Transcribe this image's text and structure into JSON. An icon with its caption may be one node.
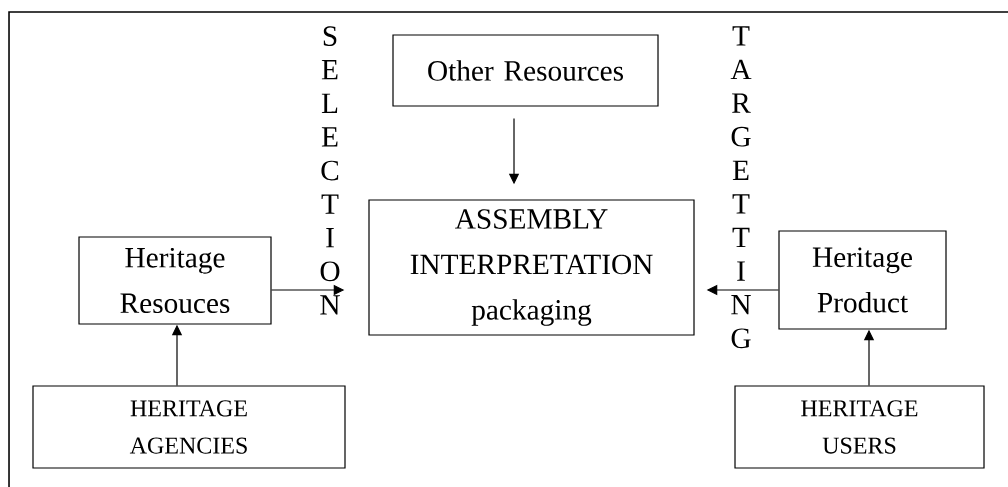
{
  "diagram": {
    "nodes": [
      {
        "text": [
          "Other Resources"
        ]
      },
      {
        "text": [
          "Heritage Resouces"
        ]
      },
      {
        "text": [
          "ASSEMBLY INTERPRETATION packaging"
        ]
      },
      {
        "text": [
          "Heritage Product"
        ]
      },
      {
        "text": [
          "HERITAGE AGENCIES"
        ]
      },
      {
        "text": [
          "HERITAGE USERS"
        ]
      }
    ],
    "edges": [
      {
        "from": 0,
        "to": 2,
        "arrow": "to"
      },
      {
        "from": 1,
        "to": 2,
        "arrow": "to"
      },
      {
        "from": 3,
        "to": 2,
        "arrow": "to"
      },
      {
        "from": 4,
        "to": 1,
        "arrow": "to"
      },
      {
        "from": 5,
        "to": 3,
        "arrow": "to"
      }
    ],
    "labels": [
      "SELECTION",
      "TARGETTING"
    ]
  }
}
